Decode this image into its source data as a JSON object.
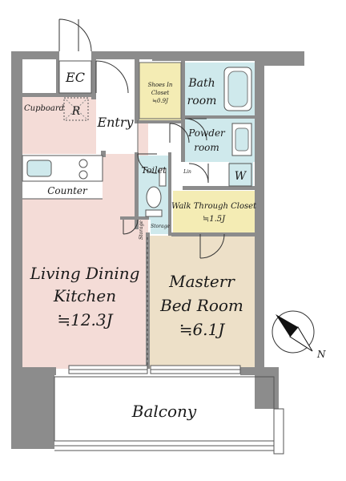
{
  "rooms": {
    "ec": "EC",
    "cupboard": "Cupboard",
    "refrigerator": "R",
    "entry": "Entry",
    "shoes_closet": [
      "Shoes In",
      "Closet",
      "≒0.9J"
    ],
    "bath": [
      "Bath",
      "room"
    ],
    "powder": [
      "Powder",
      "room"
    ],
    "toilet": "Toilet",
    "linen": "Lin",
    "washer": "W",
    "walk_closet": [
      "Walk Through Closet",
      "≒1.5J"
    ],
    "storage": "Storage",
    "storage_small": "Storage",
    "counter": "Counter",
    "ldk": [
      "Living Dining",
      "Kitchen",
      "≒12.3J"
    ],
    "master": [
      "Masterr",
      "Bed Room",
      "≒6.1J"
    ],
    "balcony": "Balcony"
  },
  "compass": {
    "label": "N"
  },
  "colors": {
    "wall": "#8c8c8c",
    "living": "#f4dcd7",
    "bedroom": "#ede0c8",
    "wet": "#cfe9ec",
    "closet": "#f4ecb4",
    "entry": "#ffffff"
  }
}
